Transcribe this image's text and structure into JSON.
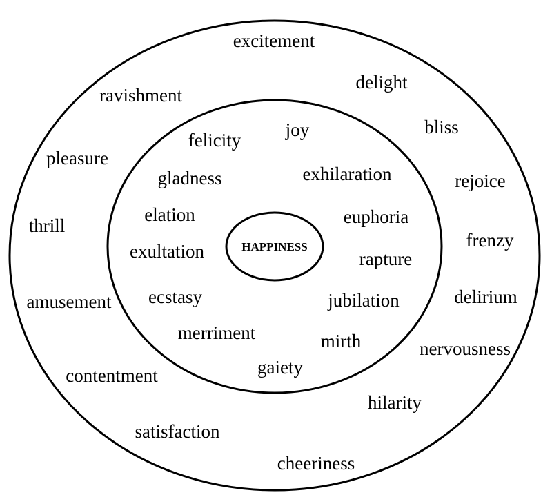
{
  "center": {
    "label": "HAPPINESS"
  },
  "inner_words": [
    "felicity",
    "joy",
    "gladness",
    "exhilaration",
    "elation",
    "euphoria",
    "exultation",
    "rapture",
    "ecstasy",
    "jubilation",
    "merriment",
    "mirth",
    "gaiety"
  ],
  "outer_words": [
    "excitement",
    "ravishment",
    "delight",
    "bliss",
    "pleasure",
    "rejoice",
    "thrill",
    "frenzy",
    "amusement",
    "delirium",
    "nervousness",
    "contentment",
    "hilarity",
    "satisfaction",
    "cheeriness"
  ],
  "colors": {
    "stroke": "#000000",
    "text": "#000000",
    "background": "#ffffff"
  }
}
